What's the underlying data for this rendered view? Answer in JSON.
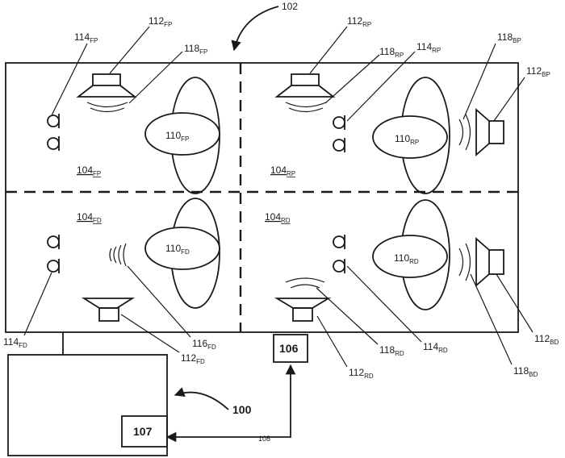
{
  "labels": {
    "system": "102",
    "head_unit": "100",
    "amp": "106",
    "proc": "107",
    "link": "108"
  },
  "zones": {
    "fp": {
      "base": "104",
      "sub": "FP"
    },
    "rp": {
      "base": "104",
      "sub": "RP"
    },
    "fd": {
      "base": "104",
      "sub": "FD"
    },
    "rd": {
      "base": "104",
      "sub": "RD"
    }
  },
  "occupants": {
    "fp": {
      "base": "110",
      "sub": "FP"
    },
    "rp": {
      "base": "110",
      "sub": "RP"
    },
    "fd": {
      "base": "110",
      "sub": "FD"
    },
    "rd": {
      "base": "110",
      "sub": "RD"
    }
  },
  "callouts": {
    "mic_fp": {
      "base": "114",
      "sub": "FP"
    },
    "spk_fp": {
      "base": "112",
      "sub": "FP"
    },
    "snd_fp": {
      "base": "118",
      "sub": "FP"
    },
    "spk_rp": {
      "base": "112",
      "sub": "RP"
    },
    "snd_rp": {
      "base": "118",
      "sub": "RP"
    },
    "mic_rp": {
      "base": "114",
      "sub": "RP"
    },
    "snd_bp": {
      "base": "118",
      "sub": "BP"
    },
    "spk_bp": {
      "base": "112",
      "sub": "BP"
    },
    "mic_fd": {
      "base": "114",
      "sub": "FD"
    },
    "spk_fd": {
      "base": "112",
      "sub": "FD"
    },
    "snd_fd": {
      "base": "116",
      "sub": "FD"
    },
    "snd_rd": {
      "base": "118",
      "sub": "RD"
    },
    "mic_rd": {
      "base": "114",
      "sub": "RD"
    },
    "spk_rd": {
      "base": "112",
      "sub": "RD"
    },
    "snd_bd": {
      "base": "118",
      "sub": "BD"
    },
    "spk_bd": {
      "base": "112",
      "sub": "BD"
    }
  }
}
